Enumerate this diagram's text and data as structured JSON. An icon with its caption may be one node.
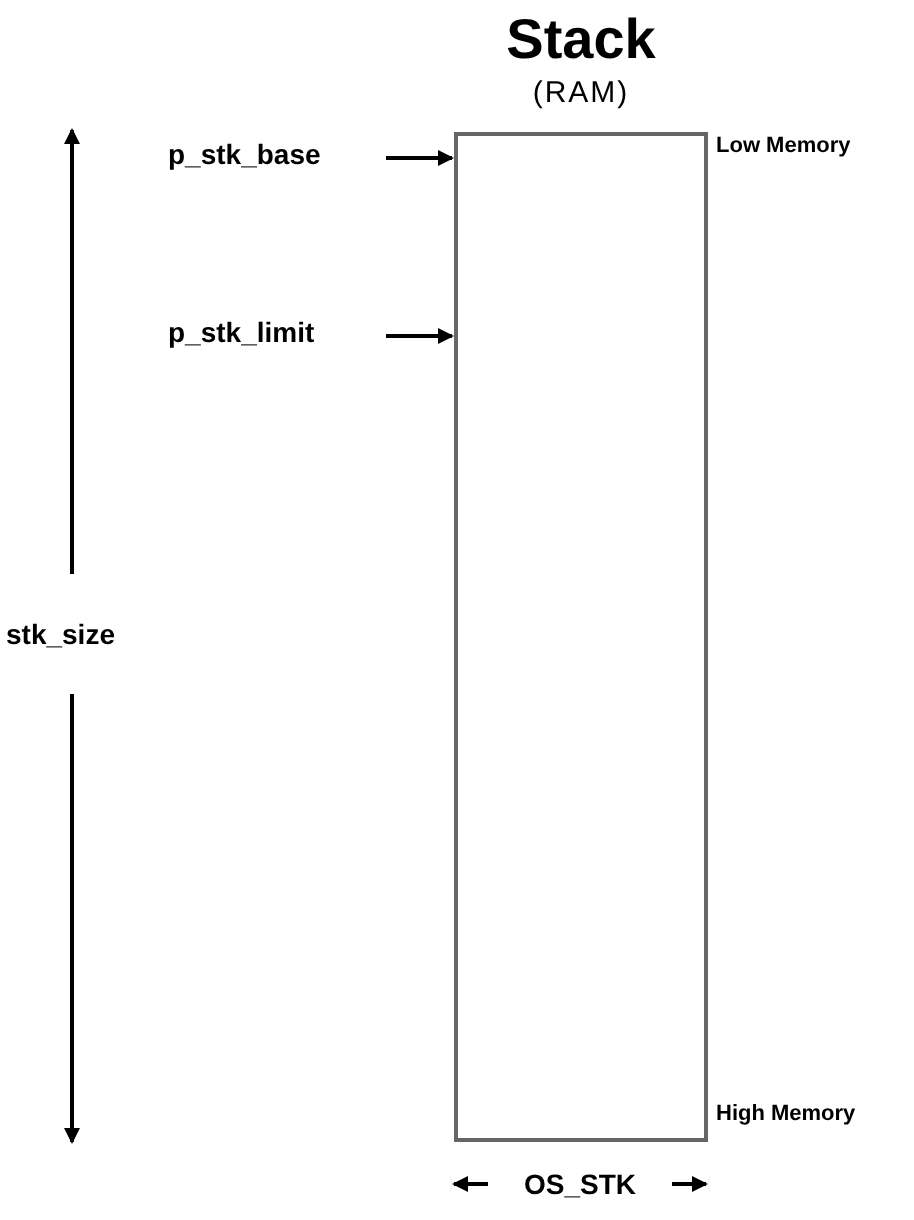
{
  "diagram": {
    "nodes": [
      {
        "text": [
          "Stack",
          "(RAM)"
        ],
        "beside": [
          "Low Memory",
          "High Memory"
        ]
      },
      {
        "text": [
          "p_stk_base"
        ]
      },
      {
        "text": [
          "p_stk_limit"
        ]
      }
    ],
    "edges": [
      {
        "from": 1,
        "to": 0,
        "arrow": "to"
      },
      {
        "from": 2,
        "to": 0,
        "arrow": "to"
      }
    ],
    "labels": [
      "stk_size",
      "OS_STK"
    ]
  }
}
